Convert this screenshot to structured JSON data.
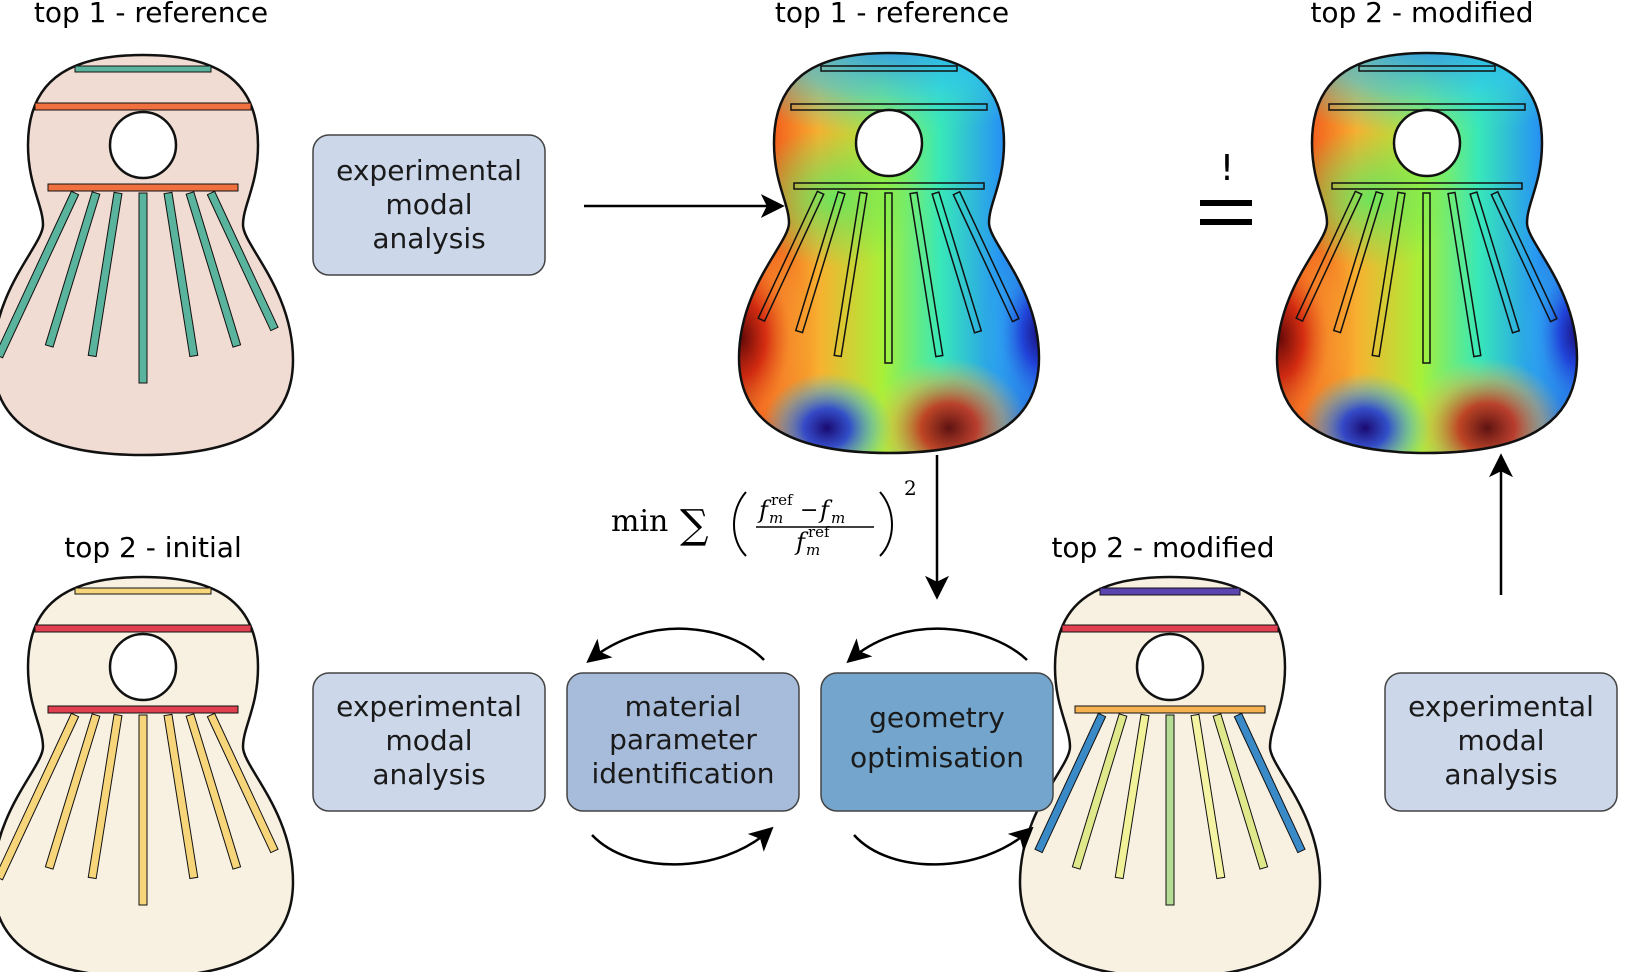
{
  "labels": {
    "top_left": "top 1 - reference",
    "top_middle": "top 1 - reference",
    "top_right": "top 2 - modified",
    "bottom_left": "top 2 - initial",
    "bottom_right": "top 2 - modified"
  },
  "boxes": {
    "ema_top": [
      "experimental",
      "modal",
      "analysis"
    ],
    "ema_bottom_left": [
      "experimental",
      "modal",
      "analysis"
    ],
    "material": [
      "material",
      "parameter",
      "identification"
    ],
    "geometry": [
      "geometry",
      "optimisation"
    ],
    "ema_bottom_right": [
      "experimental",
      "modal",
      "analysis"
    ]
  },
  "equality_mark": "!",
  "formula": {
    "min": "min",
    "sum": "∑",
    "num_f": "f",
    "num_sup": "ref",
    "num_sub": "m",
    "minus": "−",
    "num_f2": "f",
    "num_sub2": "m",
    "den_f": "f",
    "den_sup": "ref",
    "den_sub": "m",
    "power": "2"
  },
  "colors": {
    "ema_box": "#ccd8ea",
    "material_box": "#a7bcdb",
    "geometry_box": "#74a6cd",
    "top1_fill": "#f0dcd2",
    "top2_fill": "#f8f1e2",
    "top1_brace": "#5ab39c",
    "top1_bar": "#f07040",
    "top2_brace": "#f7d57a",
    "top2_bar": "#e04050",
    "mod_top_brace": "#5a44b0",
    "mod_lower_bar": "#f6b250"
  }
}
